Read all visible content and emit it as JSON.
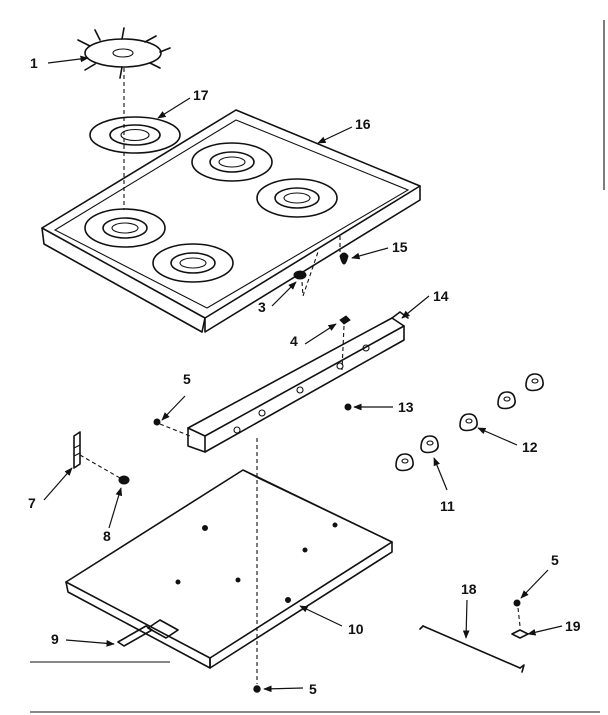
{
  "callouts": {
    "c1": "1",
    "c17": "17",
    "c16": "16",
    "c15": "15",
    "c3": "3",
    "c14": "14",
    "c4": "4",
    "c5a": "5",
    "c13": "13",
    "c12": "12",
    "c11": "11",
    "c7": "7",
    "c8": "8",
    "c10": "10",
    "c9": "9",
    "c5b": "5",
    "c18": "18",
    "c5c": "5",
    "c19": "19"
  }
}
